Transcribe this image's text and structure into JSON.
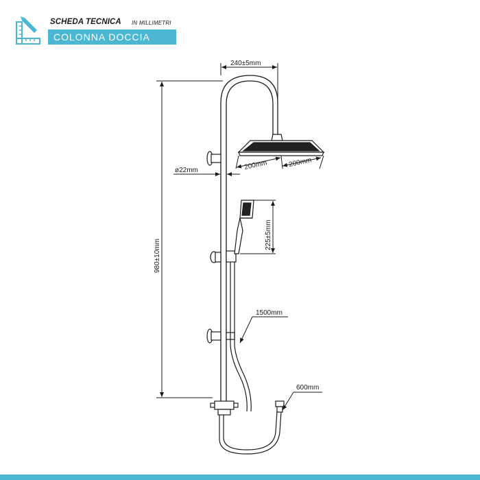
{
  "header": {
    "title": "SCHEDA TECNICA",
    "unit_note": "IN MILLIMETRI",
    "product": "COLONNA DOCCIA",
    "icon": "ruler-pencil-icon",
    "accent_color": "#4bb7d3"
  },
  "dimensions": {
    "head_reach": "240±5mm",
    "head_width": "200mm",
    "head_depth": "200mm",
    "pipe_diameter": "ø22mm",
    "total_height": "980±10mm",
    "hand_shower_length": "225±5mm",
    "hose_length": "1500mm",
    "inlet_spacing": "600mm"
  }
}
